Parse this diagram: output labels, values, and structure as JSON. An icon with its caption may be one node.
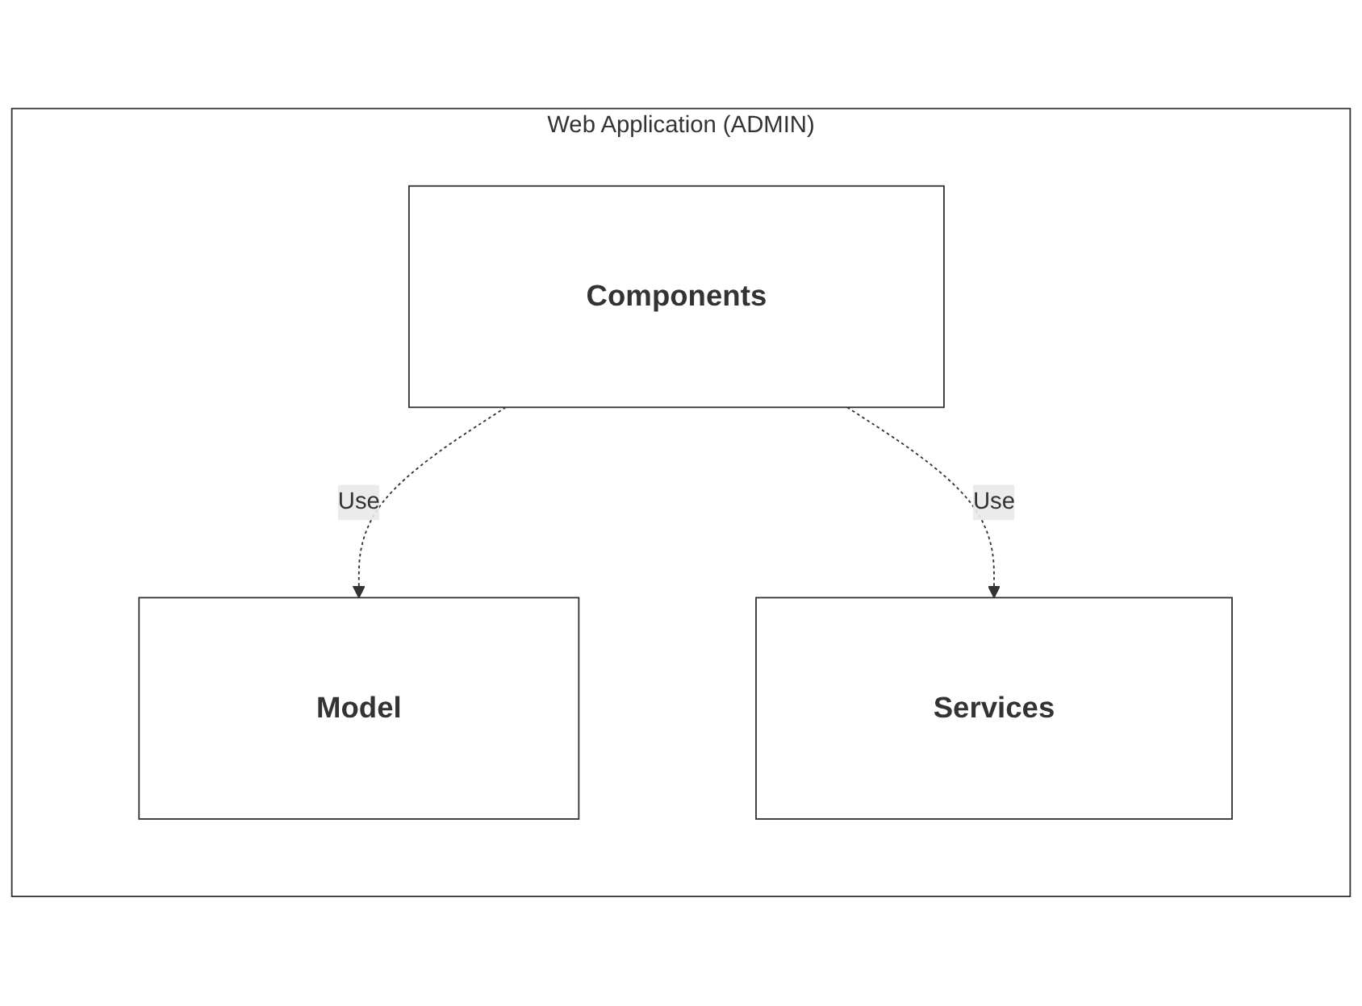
{
  "diagram": {
    "nodes": [
      {
        "text": [
          "Web Application (ADMIN)"
        ]
      },
      {
        "text": [
          "Components"
        ],
        "in": 0
      },
      {
        "text": [
          "Model"
        ],
        "in": 0
      },
      {
        "text": [
          "Services"
        ],
        "in": 0
      }
    ],
    "edges": [
      {
        "from": 1,
        "to": 2,
        "arrow": "to",
        "label": "Use",
        "style": "dashed"
      },
      {
        "from": 1,
        "to": 3,
        "arrow": "to",
        "label": "Use",
        "style": "dashed"
      }
    ]
  }
}
